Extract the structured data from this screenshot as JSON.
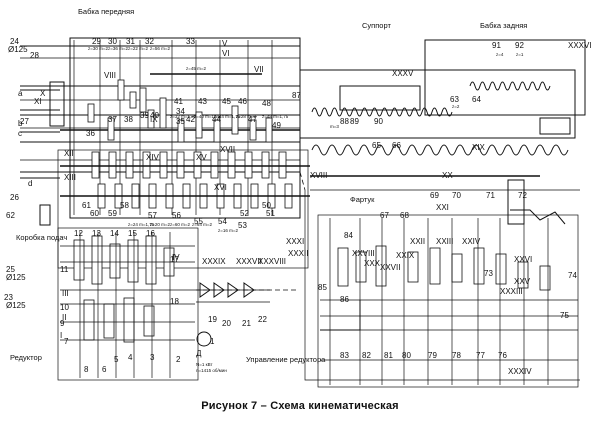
{
  "caption": "Рисунок 7 – Схема кинематическая",
  "assemblies": {
    "headstock": "Бабка передняя",
    "tailstock": "Бабка задняя",
    "carriage": "Суппорт",
    "apron": "Фартук",
    "feed_box": "Коробка подач",
    "reducer": "Редуктор",
    "reducer_control": "Управление редуктора"
  },
  "shafts": [
    "I",
    "II",
    "III",
    "IV",
    "V",
    "VI",
    "VII",
    "VIII",
    "IX",
    "X",
    "XI",
    "XII",
    "XIII",
    "XIV",
    "XV",
    "XVI",
    "XVII",
    "XVIII",
    "XIX",
    "XX",
    "XXI",
    "XXII",
    "XXIII",
    "XXIV",
    "XXV",
    "XXVI",
    "XXVII",
    "XXVIII",
    "XXIX",
    "XXX",
    "XXXI",
    "XXXII",
    "XXXIII",
    "XXXIV",
    "XXXV",
    "XXXVI",
    "XXXVII",
    "XXXVIII",
    "XXXIX"
  ],
  "wheel_numbers": [
    "1",
    "2",
    "3",
    "4",
    "5",
    "6",
    "7",
    "8",
    "9",
    "10",
    "11",
    "12",
    "13",
    "14",
    "15",
    "16",
    "17",
    "18",
    "19",
    "20",
    "21",
    "22",
    "23",
    "24",
    "25",
    "26",
    "27",
    "28",
    "29",
    "30",
    "31",
    "32",
    "33",
    "34",
    "35",
    "36",
    "37",
    "38",
    "39",
    "40",
    "41",
    "42",
    "43",
    "44",
    "45",
    "46",
    "47",
    "48",
    "49",
    "50",
    "51",
    "52",
    "53",
    "54",
    "55",
    "56",
    "57",
    "58",
    "59",
    "60",
    "61",
    "62",
    "63",
    "64",
    "65",
    "66",
    "67",
    "68",
    "69",
    "70",
    "71",
    "72",
    "73",
    "74",
    "75",
    "76",
    "77",
    "78",
    "79",
    "80",
    "81",
    "82",
    "83",
    "84",
    "85",
    "86",
    "87",
    "88",
    "89",
    "90",
    "91",
    "92"
  ],
  "engagement_letters": [
    "a",
    "b",
    "c",
    "d"
  ],
  "motor": {
    "symbol": "Д",
    "spec": "N=1 кВт",
    "speed": "n=1415 об/мин"
  },
  "labels": [
    {
      "id": "l29",
      "text": "29"
    },
    {
      "id": "l30",
      "text": "30"
    },
    {
      "id": "l31",
      "text": "31"
    },
    {
      "id": "l32",
      "text": "32"
    },
    {
      "id": "l33",
      "text": "33"
    },
    {
      "id": "l24",
      "text": "24"
    },
    {
      "id": "l24d",
      "text": "Ø125"
    },
    {
      "id": "l28",
      "text": "28"
    },
    {
      "id": "l27",
      "text": "27"
    },
    {
      "id": "l91",
      "text": "91"
    },
    {
      "id": "l92",
      "text": "92"
    },
    {
      "id": "l87",
      "text": "87"
    },
    {
      "id": "l88",
      "text": "88"
    },
    {
      "id": "l89",
      "text": "89"
    },
    {
      "id": "l90",
      "text": "90"
    },
    {
      "id": "l63",
      "text": "63"
    },
    {
      "id": "l64",
      "text": "64"
    },
    {
      "id": "l65",
      "text": "65"
    },
    {
      "id": "l66",
      "text": "66"
    },
    {
      "id": "l62",
      "text": "62"
    },
    {
      "id": "l67",
      "text": "67"
    },
    {
      "id": "l68",
      "text": "68"
    },
    {
      "id": "l69",
      "text": "69"
    },
    {
      "id": "l70",
      "text": "70"
    },
    {
      "id": "l71",
      "text": "71"
    },
    {
      "id": "l72",
      "text": "72"
    },
    {
      "id": "l73",
      "text": "73"
    },
    {
      "id": "l74",
      "text": "74"
    },
    {
      "id": "l75",
      "text": "75"
    },
    {
      "id": "l84",
      "text": "84"
    },
    {
      "id": "l85",
      "text": "85"
    },
    {
      "id": "l86",
      "text": "86"
    },
    {
      "id": "l25",
      "text": "25"
    },
    {
      "id": "l25d",
      "text": "Ø125"
    },
    {
      "id": "l23",
      "text": "23"
    },
    {
      "id": "l23d",
      "text": "Ø125"
    },
    {
      "id": "l19",
      "text": "19"
    },
    {
      "id": "l20",
      "text": "20"
    },
    {
      "id": "l21",
      "text": "21"
    },
    {
      "id": "l22",
      "text": "22"
    },
    {
      "id": "l36",
      "text": "36"
    },
    {
      "id": "l37",
      "text": "37"
    },
    {
      "id": "l38",
      "text": "38"
    },
    {
      "id": "l39",
      "text": "39"
    },
    {
      "id": "l40",
      "text": "40"
    },
    {
      "id": "l41",
      "text": "41"
    },
    {
      "id": "l42",
      "text": "42"
    },
    {
      "id": "l43",
      "text": "43"
    },
    {
      "id": "l44",
      "text": "44"
    },
    {
      "id": "l45",
      "text": "45"
    },
    {
      "id": "l46",
      "text": "46"
    },
    {
      "id": "l47",
      "text": "47"
    },
    {
      "id": "l48",
      "text": "48"
    },
    {
      "id": "l49",
      "text": "49"
    },
    {
      "id": "l34",
      "text": "34"
    },
    {
      "id": "l35",
      "text": "35"
    },
    {
      "id": "l26",
      "text": "26"
    },
    {
      "id": "l50",
      "text": "50"
    },
    {
      "id": "l51",
      "text": "51"
    },
    {
      "id": "l52",
      "text": "52"
    },
    {
      "id": "l53",
      "text": "53"
    },
    {
      "id": "l54",
      "text": "54"
    },
    {
      "id": "l55",
      "text": "55"
    },
    {
      "id": "l56",
      "text": "56"
    },
    {
      "id": "l57",
      "text": "57"
    },
    {
      "id": "l58",
      "text": "58"
    },
    {
      "id": "l59",
      "text": "59"
    },
    {
      "id": "l60",
      "text": "60"
    },
    {
      "id": "l61",
      "text": "61"
    },
    {
      "id": "l12",
      "text": "12"
    },
    {
      "id": "l13",
      "text": "13"
    },
    {
      "id": "l14",
      "text": "14"
    },
    {
      "id": "l15",
      "text": "15"
    },
    {
      "id": "l16",
      "text": "16"
    },
    {
      "id": "l17",
      "text": "17"
    },
    {
      "id": "l18",
      "text": "18"
    },
    {
      "id": "l11",
      "text": "11"
    },
    {
      "id": "l10",
      "text": "10"
    },
    {
      "id": "l9",
      "text": "9"
    },
    {
      "id": "l7",
      "text": "7"
    },
    {
      "id": "l8",
      "text": "8"
    },
    {
      "id": "l6",
      "text": "6"
    },
    {
      "id": "l5",
      "text": "5"
    },
    {
      "id": "l4",
      "text": "4"
    },
    {
      "id": "l3",
      "text": "3"
    },
    {
      "id": "l2",
      "text": "2"
    },
    {
      "id": "l1",
      "text": "1"
    },
    {
      "id": "l83",
      "text": "83"
    },
    {
      "id": "l82",
      "text": "82"
    },
    {
      "id": "l81",
      "text": "81"
    },
    {
      "id": "l80",
      "text": "80"
    },
    {
      "id": "l79",
      "text": "79"
    },
    {
      "id": "l78",
      "text": "78"
    },
    {
      "id": "l77",
      "text": "77"
    },
    {
      "id": "l76",
      "text": "76"
    }
  ],
  "shaft_labels": [
    {
      "id": "sI",
      "text": "I"
    },
    {
      "id": "sII",
      "text": "II"
    },
    {
      "id": "sIII",
      "text": "III"
    },
    {
      "id": "sIV",
      "text": "IV"
    },
    {
      "id": "sV",
      "text": "V"
    },
    {
      "id": "sVI",
      "text": "VI"
    },
    {
      "id": "sVII",
      "text": "VII"
    },
    {
      "id": "sVIII",
      "text": "VIII"
    },
    {
      "id": "sIX",
      "text": "IX"
    },
    {
      "id": "sX",
      "text": "X"
    },
    {
      "id": "sXI",
      "text": "XI"
    },
    {
      "id": "sXII",
      "text": "XII"
    },
    {
      "id": "sXIII",
      "text": "XIII"
    },
    {
      "id": "sXIV",
      "text": "XIV"
    },
    {
      "id": "sXV",
      "text": "XV"
    },
    {
      "id": "sXVI",
      "text": "XVI"
    },
    {
      "id": "sXVII",
      "text": "XVII"
    },
    {
      "id": "sXVIII",
      "text": "XVIII"
    },
    {
      "id": "sXIX",
      "text": "XIX"
    },
    {
      "id": "sXX",
      "text": "XX"
    },
    {
      "id": "sXXI",
      "text": "XXI"
    },
    {
      "id": "sXXII",
      "text": "XXII"
    },
    {
      "id": "sXXIII",
      "text": "XXIII"
    },
    {
      "id": "sXXIV",
      "text": "XXIV"
    },
    {
      "id": "sXXV",
      "text": "XXV"
    },
    {
      "id": "sXXVI",
      "text": "XXVI"
    },
    {
      "id": "sXXVII",
      "text": "XXVII"
    },
    {
      "id": "sXXVIII",
      "text": "XXVIII"
    },
    {
      "id": "sXXIX",
      "text": "XXIX"
    },
    {
      "id": "sXXX",
      "text": "XXX"
    },
    {
      "id": "sXXXI",
      "text": "XXXI"
    },
    {
      "id": "sXXXII",
      "text": "XXXII"
    },
    {
      "id": "sXXXIII",
      "text": "XXXIII"
    },
    {
      "id": "sXXXIV",
      "text": "XXXIV"
    },
    {
      "id": "sXXXV",
      "text": "XXXV"
    },
    {
      "id": "sXXXVI",
      "text": "XXXVI"
    },
    {
      "id": "sXXXVII",
      "text": "XXXVII"
    },
    {
      "id": "sXXXVIII",
      "text": "XXXVIII"
    },
    {
      "id": "sXXXIX",
      "text": "XXXIX"
    }
  ],
  "letters": [
    {
      "id": "la",
      "text": "a"
    },
    {
      "id": "lb",
      "text": "b"
    },
    {
      "id": "lc",
      "text": "c"
    },
    {
      "id": "ld",
      "text": "d"
    }
  ],
  "specs": {
    "z30_m2": "z=30 m=2",
    "z36_m2": "z=36 m=2",
    "z22_m2": "z=22 m=2",
    "z56_m2": "z=56 m=2",
    "z45_m2": "z=45 m=2",
    "z28_m2": "z=28 m=2",
    "z32_m175": "z=32 m=1,75",
    "z40_m175": "z=40 m=1,75",
    "z44_m175": "z=44 m=1,75",
    "z48_m175": "z=48 m=1,75",
    "z24_m175": "z=24 m=1,75",
    "z20_m2": "z=20 m=2",
    "z60_m2": "z=60 m=2",
    "z64_m2": "z=64 m=2",
    "z16_m2": "z=16 m=2",
    "z4": "z=4",
    "z1": "z=1",
    "z2": "z=2",
    "m3": "m=3"
  }
}
